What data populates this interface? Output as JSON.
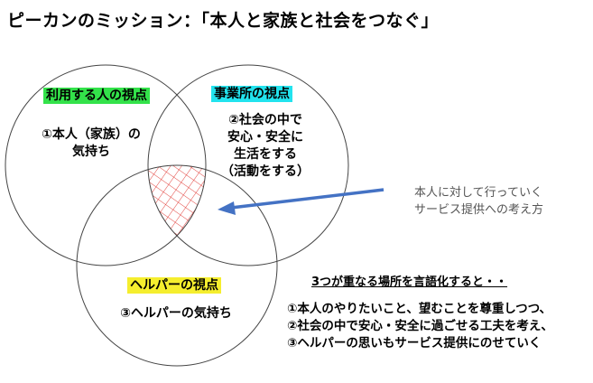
{
  "title": "ピーカンのミッション：「本人と家族と社会をつなぐ」",
  "circles": {
    "user": {
      "label": "利用する人の視点",
      "line1": "①本人（家族）の",
      "line2": "気持ち",
      "label_color": "#33e24a"
    },
    "office": {
      "label": "事業所の視点",
      "line1": "②社会の中で",
      "line2": "安心・安全に",
      "line3": "生活をする",
      "line4": "（活動をする）",
      "label_color": "#22e3ee"
    },
    "helper": {
      "label": "ヘルパーの視点",
      "line1": "③ヘルパーの気持ち",
      "label_color": "#f5ee2e"
    }
  },
  "note": {
    "line1": "本人に対して行っていく",
    "line2": "サービス提供への考え方"
  },
  "summary": {
    "heading": "3つが重なる場所を言語化すると・・",
    "items": [
      "①本人のやりたいこと、望むことを尊重しつつ、",
      "②社会の中で安心・安全に過ごせる工夫を考え、",
      "③ヘルパーの思いもサービス提供にのせていく"
    ]
  },
  "colors": {
    "arrow": "#4472c4",
    "hatch": "#e0302a",
    "circle_stroke": "#444444"
  }
}
